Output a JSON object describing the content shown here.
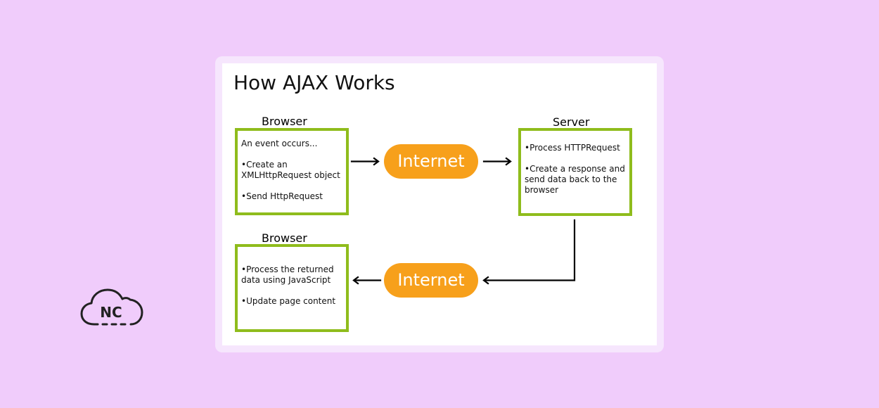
{
  "diagram": {
    "title": "How AJAX Works",
    "browser_top": {
      "label": "Browser",
      "line1": "An event occurs...",
      "bullet1": "•Create an XMLHttpRequest object",
      "bullet2": "•Send HttpRequest"
    },
    "internet_top": "Internet",
    "server": {
      "label": "Server",
      "bullet1": "•Process HTTPRequest",
      "bullet2": "•Create a response and send data back to the browser"
    },
    "browser_bottom": {
      "label": "Browser",
      "bullet1": "•Process the returned data using JavaScript",
      "bullet2": "•Update page content"
    },
    "internet_bottom": "Internet"
  },
  "logo": {
    "text": "NC",
    "icon": "cloud-icon"
  },
  "colors": {
    "background": "#f0ccfb",
    "box_border": "#8fbc1c",
    "pill_fill": "#f7a01b",
    "arrow": "#000000"
  }
}
